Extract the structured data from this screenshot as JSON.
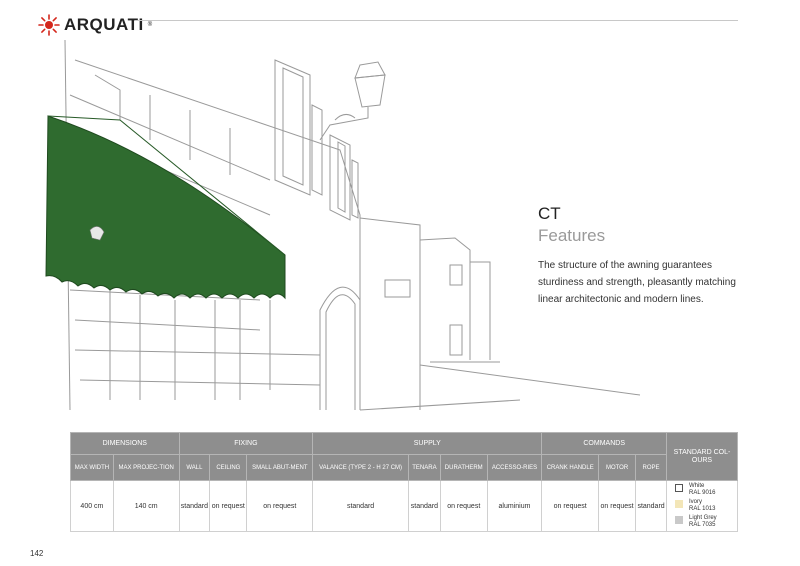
{
  "brand": {
    "name": "ARQUATI",
    "registered": "®"
  },
  "product": {
    "title": "CT",
    "subtitle": "Features",
    "description": "The structure of the awning guarantees sturdiness and strength, pleasantly matching linear architectonic and modern lines."
  },
  "table": {
    "groups": [
      "DIMENSIONS",
      "FIXING",
      "SUPPLY",
      "COMMANDS",
      "STANDARD COL-OURS"
    ],
    "columns": [
      "MAX WIDTH",
      "MAX PROJEC-TION",
      "WALL",
      "CEILING",
      "SMALL ABUT-MENT",
      "VALANCE (Type 2 - h 27 cm)",
      "TENARA",
      "DURATHERM",
      "ACCESSO-RIES",
      "CRANK HANDLE",
      "MOTOR",
      "ROPE"
    ],
    "row": [
      "400 cm",
      "140 cm",
      "standard",
      "on request",
      "on request",
      "standard",
      "standard",
      "on request",
      "aluminium",
      "on request",
      "on request",
      "standard"
    ],
    "colours": [
      {
        "name": "White",
        "code": "RAL 9016",
        "color": "#ffffff"
      },
      {
        "name": "Ivory",
        "code": "RAL 1013",
        "color": "#f3e6b8"
      },
      {
        "name": "Light Grey",
        "code": "RAL 7035",
        "color": "#c9c9c9"
      }
    ]
  },
  "page_number": "142",
  "colors": {
    "awning_green": "#2f6b2f",
    "header_grey": "#8e8e8e"
  }
}
